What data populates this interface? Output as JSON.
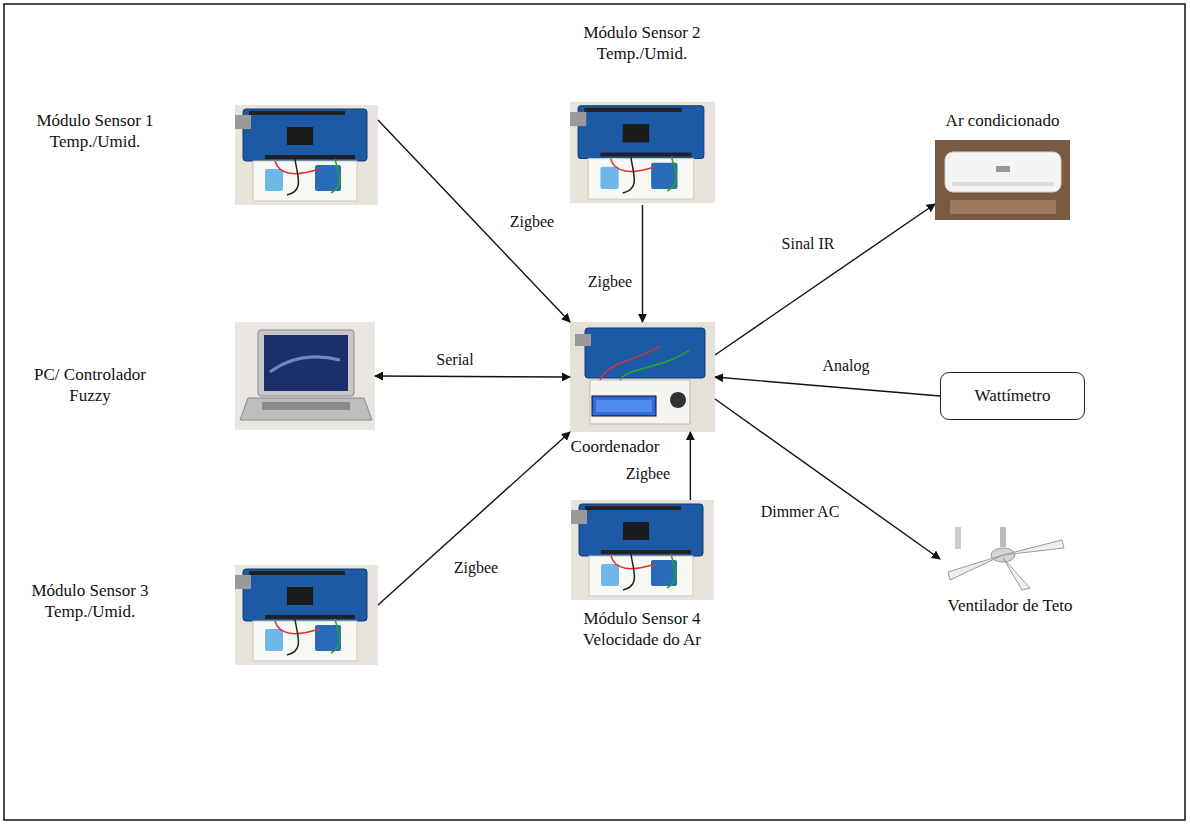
{
  "diagram": {
    "nodes": [
      {
        "text": [
          "Módulo Sensor 1 Temp./Umid."
        ]
      },
      {
        "text": [
          "Módulo Sensor 2 Temp./Umid."
        ]
      },
      {
        "text": [
          "Ar condicionado"
        ]
      },
      {
        "text": [
          "PC/ Controlador Fuzzy"
        ]
      },
      {
        "text": [
          "Coordenador"
        ]
      },
      {
        "text": [
          "Wattímetro"
        ]
      },
      {
        "text": [
          "Ventilador de Teto"
        ]
      },
      {
        "text": [
          "Módulo Sensor 3 Temp./Umid."
        ]
      },
      {
        "text": [
          "Módulo Sensor 4 Velocidade do Ar"
        ]
      }
    ],
    "edges": [
      {
        "from": 0,
        "to": 4,
        "arrow": "to",
        "label": "Zigbee"
      },
      {
        "from": 1,
        "to": 4,
        "arrow": "to",
        "label": "Zigbee"
      },
      {
        "from": 3,
        "to": 4,
        "arrow": "both",
        "label": "Serial"
      },
      {
        "from": 7,
        "to": 4,
        "arrow": "to",
        "label": "Zigbee"
      },
      {
        "from": 8,
        "to": 4,
        "arrow": "to",
        "label": "Zigbee"
      },
      {
        "from": 4,
        "to": 2,
        "arrow": "to",
        "label": "Sinal IR"
      },
      {
        "from": 5,
        "to": 4,
        "arrow": "to",
        "label": "Analog"
      },
      {
        "from": 4,
        "to": 6,
        "arrow": "to",
        "label": "Dimmer AC"
      }
    ]
  }
}
